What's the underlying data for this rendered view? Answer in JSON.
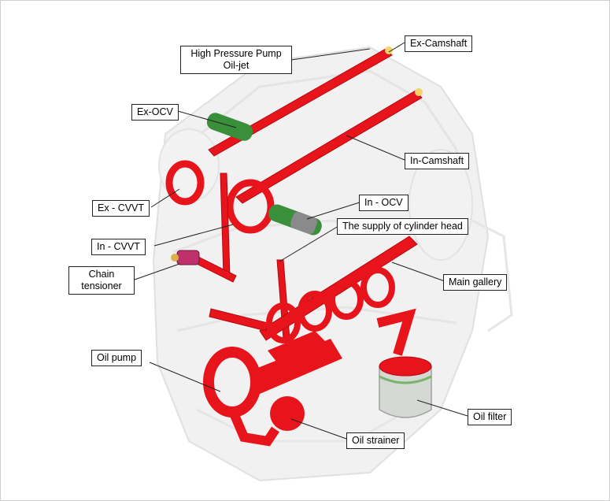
{
  "labels": {
    "high_pressure_pump": "High Pressure Pump Oil-jet",
    "ex_camshaft": "Ex-Camshaft",
    "ex_ocv": "Ex-OCV",
    "in_camshaft": "In-Camshaft",
    "ex_cvvt": "Ex - CVVT",
    "in_ocv": "In - OCV",
    "supply_cylinder_head": "The supply of cylinder head",
    "in_cvvt": "In - CVVT",
    "chain_tensioner": "Chain tensioner",
    "main_gallery": "Main gallery",
    "oil_pump": "Oil pump",
    "oil_filter": "Oil filter",
    "oil_strainer": "Oil strainer"
  },
  "colors": {
    "oil_path": "#e8141c",
    "engine_ghost": "#d9d9d9",
    "ocv_green": "#3a8f3a",
    "filter_grey": "#b9bdb9"
  }
}
